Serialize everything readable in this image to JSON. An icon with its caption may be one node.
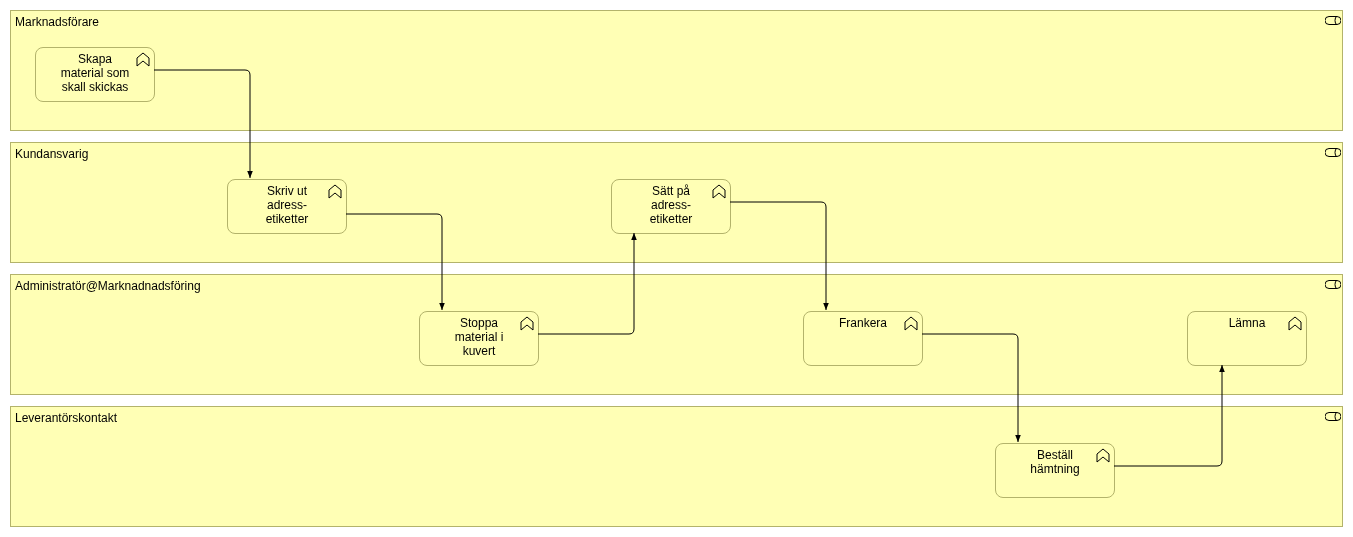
{
  "diagram": {
    "nodes": [
      {
        "text": [
          "Marknadsförare"
        ]
      },
      {
        "text": [
          "Skapa material som skall skickas"
        ],
        "in": 0
      },
      {
        "text": [
          "Kundansvarig"
        ]
      },
      {
        "text": [
          "Skriv ut adress-etiketter"
        ],
        "in": 2
      },
      {
        "text": [
          "Sätt på adress-etiketter"
        ],
        "in": 2
      },
      {
        "text": [
          "Administratör@Marknadnadsföring"
        ]
      },
      {
        "text": [
          "Stoppa material i kuvert"
        ],
        "in": 5
      },
      {
        "text": [
          "Frankera"
        ],
        "in": 5
      },
      {
        "text": [
          "Lämna"
        ],
        "in": 5
      },
      {
        "text": [
          "Leverantörskontakt"
        ]
      },
      {
        "text": [
          "Beställ hämtning"
        ],
        "in": 9
      }
    ],
    "edges": [
      {
        "from": 1,
        "to": 3,
        "arrow": "to"
      },
      {
        "from": 3,
        "to": 6,
        "arrow": "to"
      },
      {
        "from": 6,
        "to": 4,
        "arrow": "to"
      },
      {
        "from": 4,
        "to": 7,
        "arrow": "to"
      },
      {
        "from": 7,
        "to": 10,
        "arrow": "to"
      },
      {
        "from": 10,
        "to": 8,
        "arrow": "to"
      }
    ]
  }
}
